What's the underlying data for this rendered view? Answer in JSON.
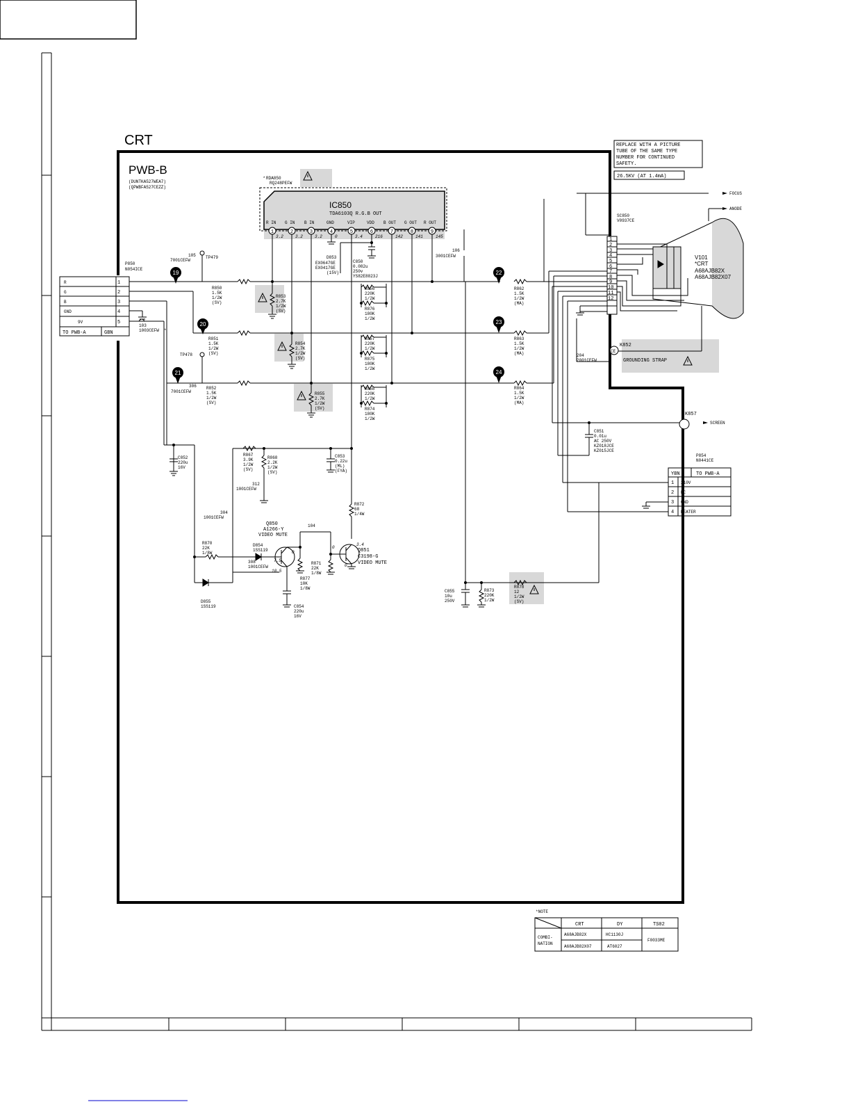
{
  "board": {
    "section_title": "CRT",
    "pwb_title": "PWB-B",
    "unit_codes": [
      "(DUNTKA527WEA7)",
      "(QPWBFA527CEZZ)"
    ]
  },
  "ic850": {
    "ref": "IC850",
    "part": "TDA6103Q R.G.B OUT",
    "socket": [
      "RDA850",
      "RQ248PEFW"
    ],
    "pins": [
      {
        "num": "1",
        "label": "R IN",
        "voltage": "3.2"
      },
      {
        "num": "2",
        "label": "G IN",
        "voltage": "3.2"
      },
      {
        "num": "3",
        "label": "B IN",
        "voltage": "3.2"
      },
      {
        "num": "4",
        "label": "GND",
        "voltage": "0"
      },
      {
        "num": "5",
        "label": "VIP",
        "voltage": "3.4"
      },
      {
        "num": "6",
        "label": "VDD",
        "voltage": "216"
      },
      {
        "num": "7",
        "label": "B OUT",
        "voltage": "142"
      },
      {
        "num": "8",
        "label": "G OUT",
        "voltage": "141"
      },
      {
        "num": "9",
        "label": "R OUT",
        "voltage": "145"
      }
    ]
  },
  "p850": {
    "ref": "P850",
    "part": "N054ICE",
    "rows": [
      {
        "name": "R",
        "pin": "1"
      },
      {
        "name": "G",
        "pin": "2"
      },
      {
        "name": "B",
        "pin": "3"
      },
      {
        "name": "GND",
        "pin": "4"
      },
      {
        "name": "9V",
        "pin": "5"
      }
    ],
    "footer": [
      "TO PWB-A",
      "GBN"
    ]
  },
  "p854": {
    "ref": "P854",
    "part": "N0441CE",
    "header": [
      "YBN",
      "TO PWB-A"
    ],
    "rows": [
      {
        "pin": "1",
        "name": "210V"
      },
      {
        "pin": "2",
        "name": "NC"
      },
      {
        "pin": "3",
        "name": "GND"
      },
      {
        "pin": "4",
        "name": "HEATER"
      }
    ]
  },
  "safety": {
    "notice": [
      "REPLACE WITH A PICTURE",
      "TUBE OF THE SAME TYPE",
      "NUMBER FOR CONTINUED",
      "SAFETY."
    ],
    "hv": "26.5KV (AT 1.4mA)"
  },
  "crt": {
    "ref": "V101",
    "type": "*CRT",
    "parts": [
      "A68AJB82X",
      "A68AJB82X07"
    ],
    "socket": [
      "SC850",
      "V0937CE"
    ],
    "socket_pins": [
      "1",
      "2",
      "3",
      "4",
      "5",
      "6",
      "7",
      "8",
      "9",
      "10",
      "11",
      "12"
    ],
    "focus": "FOCUS",
    "anode": "ANODE",
    "screen": "SCREEN",
    "k857": "K857",
    "k852": "K852",
    "ce": "CE",
    "grounding": "GROUNDING STRAP"
  },
  "test_points": [
    "19",
    "20",
    "21",
    "22",
    "23",
    "24"
  ],
  "labels": {
    "tp479": "TP479",
    "j105": [
      "105",
      "7001CEFW"
    ],
    "tp478": "TP478",
    "j306": [
      "306",
      "7001CEFW"
    ],
    "j103": [
      "103",
      "1003CEFW",
      "*"
    ],
    "r850": [
      "R850",
      "1.5K",
      "1/2W",
      "(SV)"
    ],
    "r851": [
      "R851",
      "1.5K",
      "1/2W",
      "(SV)"
    ],
    "r852": [
      "R852",
      "1.5K",
      "1/2W",
      "(SV)"
    ],
    "r853": [
      "R853",
      "2.7K",
      "1/2W",
      "(SV)"
    ],
    "r854": [
      "R854",
      "2.7K",
      "1/2W",
      "(SV)"
    ],
    "r855": [
      "R855",
      "2.7K",
      "1/2W",
      "(SV)"
    ],
    "d853": [
      "D853",
      "EX0647GE",
      "EX0417GE",
      "(15V)"
    ],
    "c850": [
      "C850",
      "0.082u",
      "250v",
      "YS82E8823J"
    ],
    "r856": [
      "R856",
      "220K",
      "1/2W"
    ],
    "r876": [
      "R876",
      "180K",
      "1/2W"
    ],
    "r857": [
      "R857",
      "220K",
      "1/2W"
    ],
    "r875": [
      "R875",
      "180K",
      "1/2W"
    ],
    "r858": [
      "R858",
      "220K",
      "1/2W"
    ],
    "r874": [
      "R874",
      "180K",
      "1/2W"
    ],
    "j106": [
      "106",
      "3001CEFW"
    ],
    "r862": [
      "R862",
      "1.5K",
      "1/2W",
      "(MA)"
    ],
    "r863": [
      "R863",
      "1.5K",
      "1/2W",
      "(MA)"
    ],
    "r864": [
      "R864",
      "1.5K",
      "1/2W",
      "(MA)"
    ],
    "j204": [
      "204",
      "2001CEFW"
    ],
    "c851": [
      "C851",
      "0.01u",
      "AC 250V",
      "KZ018JCE",
      "KZ015JCE"
    ],
    "c852": [
      "C852",
      "220u",
      "16V"
    ],
    "r867": [
      "R867",
      "3.9K",
      "1/2W",
      "(SV)"
    ],
    "r868": [
      "R868",
      "2.2K",
      "1/2W",
      "(SV)"
    ],
    "j312": [
      "312",
      "1001CEFW"
    ],
    "c853": [
      "C853",
      "0.22u",
      "(ML)",
      "(FYA)"
    ],
    "j304": [
      "304",
      "1001CEFW"
    ],
    "q850": [
      "Q850",
      "A1266-Y",
      "VIDEO MUTE"
    ],
    "d854": [
      "D854",
      "1SS119"
    ],
    "r870": [
      "R870",
      "22K",
      "1/8W"
    ],
    "j308": [
      "308",
      "1001CEFW"
    ],
    "j104": "104",
    "r872": [
      "R872",
      "68",
      "1/4W"
    ],
    "q851": [
      "Q851",
      "C3198-G",
      "VIDEO MUTE"
    ],
    "r871": [
      "R871",
      "22K",
      "1/8W"
    ],
    "r877": [
      "R877",
      "10K",
      "1/8W"
    ],
    "c854": [
      "C854",
      "220u",
      "16V"
    ],
    "d855": [
      "D855",
      "1SS119"
    ],
    "c855": [
      "C855",
      "10u",
      "250V"
    ],
    "r873": [
      "R873",
      "220K",
      "1/2W"
    ],
    "r878": [
      "R878",
      "12",
      "1/2W",
      "(SV)"
    ],
    "q_volt": {
      "v75": "7.5",
      "v105": "10.5",
      "v0a": "0",
      "v0b": "0",
      "v34": "3.4",
      "v0c": "0"
    }
  },
  "combination": {
    "note": "*NOTE",
    "headers": [
      "CRT",
      "DY",
      "TS02"
    ],
    "row_label": [
      "COMBI-",
      "NATION"
    ],
    "rows": [
      [
        "A68AJB82X",
        "HC1130J"
      ],
      [
        "A68AJB82X07",
        "AT6027"
      ]
    ],
    "ts02": "F0033ME"
  }
}
